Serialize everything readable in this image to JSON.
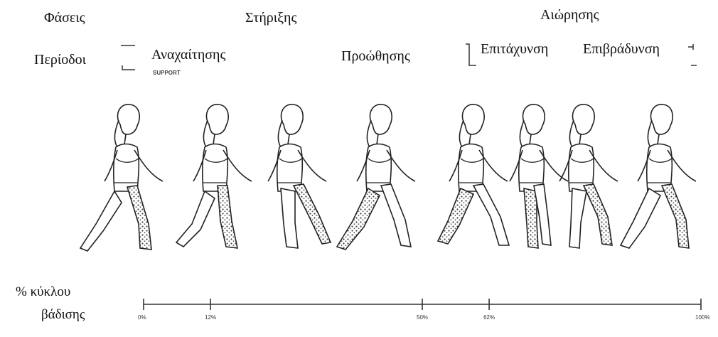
{
  "phases": {
    "header": "Φάσεις",
    "stance": "Στήριξης",
    "swing": "Αιώρησης"
  },
  "periods": {
    "header": "Περίοδοι",
    "items": [
      "Αναχαίτησης",
      "Προώθησης",
      "Επιτάχυνση",
      "Επιβράδυνση"
    ]
  },
  "cycle_label": {
    "line1": "% κύκλου",
    "line2": "βάδισης"
  },
  "timeline": {
    "ticks": [
      "0%",
      "12%",
      "50%",
      "62%",
      "100%"
    ],
    "tick_values": [
      0,
      12,
      50,
      62,
      100
    ]
  },
  "faint_text": {
    "support": "SUPPORT"
  },
  "figures": {
    "count": 8,
    "shaded_leg_color": "#555555"
  }
}
